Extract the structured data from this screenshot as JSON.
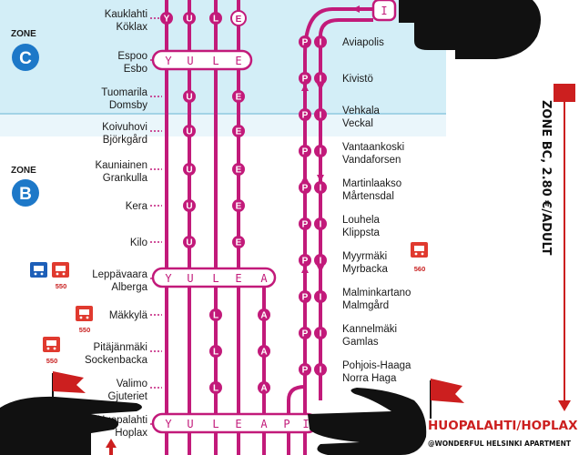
{
  "zones": [
    {
      "label": "ZONE",
      "letter": "C"
    },
    {
      "label": "ZONE",
      "letter": "B"
    }
  ],
  "line_letters": {
    "short_set": [
      "Y",
      "U",
      "L",
      "E"
    ],
    "mid_pill": [
      "Y",
      "U",
      "L",
      "E"
    ],
    "leppavaara_pill": [
      "Y",
      "U",
      "L",
      "E",
      "A"
    ],
    "huopalahti_pill": [
      "Y",
      "U",
      "L",
      "E",
      "A",
      "P",
      "I"
    ],
    "ring": "P",
    "ring2": "I",
    "single_u": "U",
    "single_e": "E",
    "single_l": "L",
    "single_a": "A",
    "top_i": "I"
  },
  "left_stations": [
    {
      "fi": "Kauklahti",
      "sv": "Köklax"
    },
    {
      "fi": "Espoo",
      "sv": "Esbo"
    },
    {
      "fi": "Tuomarila",
      "sv": "Domsby"
    },
    {
      "fi": "Koivuhovi",
      "sv": "Björkgård"
    },
    {
      "fi": "Kauniainen",
      "sv": "Grankulla"
    },
    {
      "fi": "Kera",
      "sv": ""
    },
    {
      "fi": "Kilo",
      "sv": ""
    },
    {
      "fi": "Leppävaara",
      "sv": "Alberga"
    },
    {
      "fi": "Mäkkylä",
      "sv": ""
    },
    {
      "fi": "Pitäjänmäki",
      "sv": "Sockenbacka"
    },
    {
      "fi": "Valimo",
      "sv": "Gjuteriet"
    },
    {
      "fi": "Huopalahti",
      "sv": "Hoplax"
    }
  ],
  "right_stations": [
    {
      "fi": "Aviapolis",
      "sv": ""
    },
    {
      "fi": "Kivistö",
      "sv": ""
    },
    {
      "fi": "Vehkala",
      "sv": "Veckal"
    },
    {
      "fi": "Vantaankoski",
      "sv": "Vandaforsen"
    },
    {
      "fi": "Martinlaakso",
      "sv": "Mårtensdal"
    },
    {
      "fi": "Louhela",
      "sv": "Klippsta"
    },
    {
      "fi": "Myyrmäki",
      "sv": "Myrbacka"
    },
    {
      "fi": "Malminkartano",
      "sv": "Malmgård"
    },
    {
      "fi": "Kannelmäki",
      "sv": "Gamlas"
    },
    {
      "fi": "Pohjois-Haaga",
      "sv": "Norra Haga"
    }
  ],
  "bus_badges": [
    "550",
    "550",
    "550",
    "560"
  ],
  "fare_note": "ZONE BC, 2.80 €/ADULT",
  "caption": {
    "title": "HUOPALAHTI/HOPLAX",
    "credit": "@WONDERFUL HELSINKI APARTMENT"
  },
  "colors": {
    "line": "#c21a7a",
    "zone_c_bg": "#d3eef7",
    "zone_blue": "#1d78c8",
    "bus": "#e03a2f",
    "annotation_red": "#cc1f1f"
  }
}
